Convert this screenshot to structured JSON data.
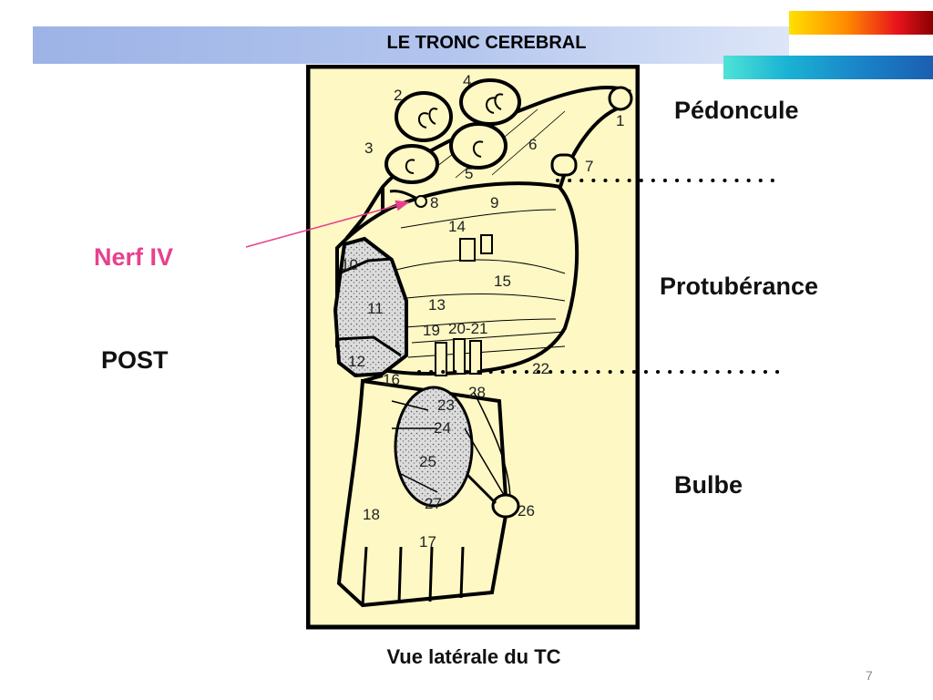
{
  "slide": {
    "title": "LE TRONC CEREBRAL",
    "caption": "Vue latérale du TC",
    "number": "7"
  },
  "labels": {
    "pedoncule": "Pédoncule",
    "protuberance": "Protubérance",
    "bulbe": "Bulbe",
    "nerf_iv": "Nerf IV",
    "post": "POST"
  },
  "figure": {
    "numbers": {
      "n1": "1",
      "n2": "2",
      "n3": "3",
      "n4": "4",
      "n5": "5",
      "n6": "6",
      "n7": "7",
      "n8": "8",
      "n9": "9",
      "n10": "10",
      "n11": "11",
      "n12": "12",
      "n13": "13",
      "n14": "14",
      "n15": "15",
      "n16": "16",
      "n17": "17",
      "n18": "18",
      "n19": "19",
      "n20_21": "20-21",
      "n22": "22",
      "n23": "23",
      "n24": "24",
      "n25": "25",
      "n26": "26",
      "n27": "27",
      "n28": "28"
    }
  },
  "colors": {
    "figure_background": "#fdf8c4",
    "figure_frame": "#000000",
    "nerve_label": "#e8408e",
    "title_band": "#9db3e6"
  }
}
